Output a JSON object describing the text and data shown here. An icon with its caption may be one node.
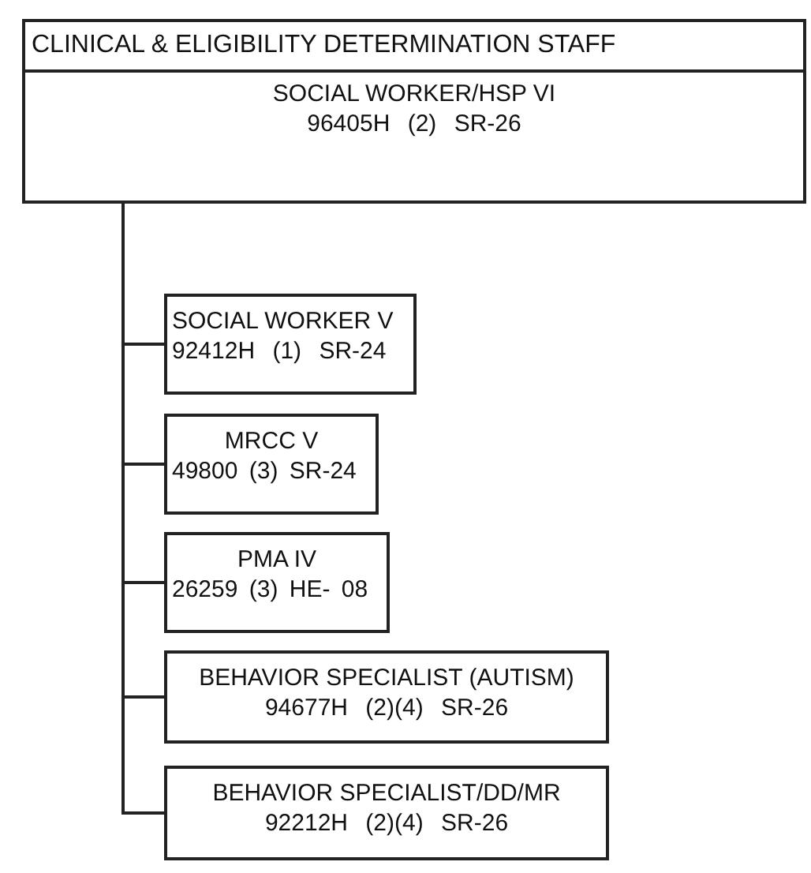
{
  "diagram": {
    "nodes": [
      {
        "text": [
          "CLINICAL & ELIGIBILITY DETERMINATION STAFF",
          "SOCIAL WORKER/HSP VI",
          "96405H (2) SR-26"
        ]
      },
      {
        "text": [
          "SOCIAL WORKER V",
          "92412H (1) SR-24"
        ]
      },
      {
        "text": [
          "MRCC V",
          "49800 (3) SR-24"
        ]
      },
      {
        "text": [
          "PMA IV",
          "26259 (3) HE- 08"
        ]
      },
      {
        "text": [
          "BEHAVIOR SPECIALIST (AUTISM)",
          "94677H (2)(4) SR-26"
        ]
      },
      {
        "text": [
          "BEHAVIOR SPECIALIST/DD/MR",
          "92212H (2)(4) SR-26"
        ]
      }
    ],
    "edges": [
      {
        "from": 0,
        "to": 1,
        "arrow": "none"
      },
      {
        "from": 0,
        "to": 2,
        "arrow": "none"
      },
      {
        "from": 0,
        "to": 3,
        "arrow": "none"
      },
      {
        "from": 0,
        "to": 4,
        "arrow": "none"
      },
      {
        "from": 0,
        "to": 5,
        "arrow": "none"
      }
    ]
  }
}
